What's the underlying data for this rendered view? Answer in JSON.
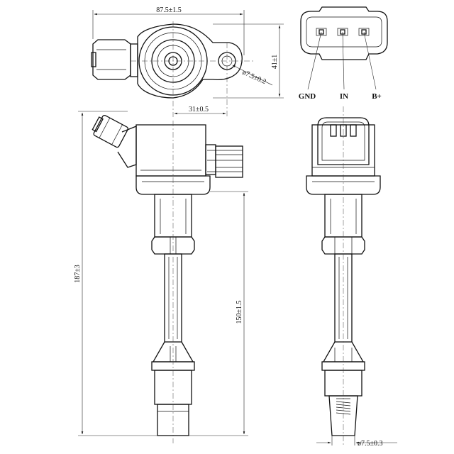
{
  "dimensions": {
    "width_top": "87.5±1.5",
    "height_top": "41±1",
    "hole_dia": "ø7.5±0.2",
    "offset_top": "31±0.5",
    "total_length": "187±3",
    "body_length": "150±1.5",
    "tip_dia": "ø7.5±0.3"
  },
  "pins": {
    "gnd": "GND",
    "in": "IN",
    "bplus": "B+"
  }
}
